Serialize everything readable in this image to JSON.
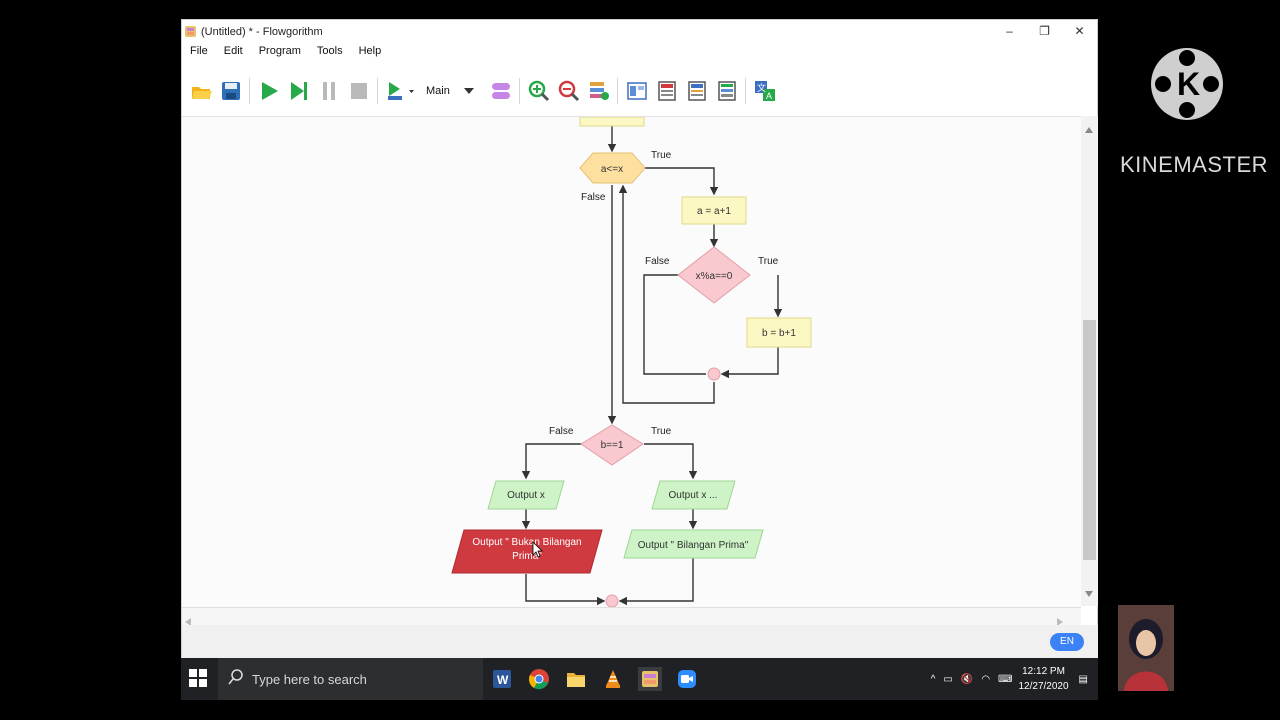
{
  "window": {
    "title": "(Untitled) * - Flowgorithm",
    "controls": {
      "minimize": "–",
      "restore": "❐",
      "close": "✕"
    }
  },
  "menu": [
    "File",
    "Edit",
    "Program",
    "Tools",
    "Help"
  ],
  "toolbar": {
    "function_select": "Main",
    "icons": [
      "open-folder-icon",
      "save-icon",
      "run-icon",
      "step-icon",
      "pause-icon",
      "stop-icon",
      "run-options-icon",
      "function-manager-icon",
      "zoom-in-icon",
      "zoom-out-icon",
      "layout-icon",
      "view-1-icon",
      "view-2-icon",
      "view-3-icon",
      "view-4-icon",
      "translate-icon"
    ]
  },
  "flowchart": {
    "loop_condition": "a<=x",
    "loop_true": "True",
    "loop_false": "False",
    "assign_a": "a = a+1",
    "mod_condition": "x%a==0",
    "mod_false": "False",
    "mod_true": "True",
    "assign_b": "b = b+1",
    "check_condition": "b==1",
    "check_false": "False",
    "check_true": "True",
    "output_left": "Output x",
    "output_right": "Output x ...",
    "output_not_prime": "Output \" Bukan Bilangan Prima\"",
    "output_prime": "Output \" Bilangan Prima\""
  },
  "statusbar": {
    "language": "EN"
  },
  "taskbar": {
    "search_placeholder": "Type here to search",
    "apps": [
      "word-icon",
      "chrome-icon",
      "file-explorer-icon",
      "vlc-icon",
      "flowgorithm-icon",
      "zoom-icon"
    ],
    "time": "12:12 PM",
    "date": "12/27/2020"
  },
  "overlay": {
    "brand": "KINEMASTER"
  },
  "colors": {
    "process": "#fcf8c3",
    "decision": "#f9c9cf",
    "loop": "#fde0a0",
    "output": "#cdf3c6",
    "selected": "#cf3a40",
    "taskbar": "#202124"
  }
}
